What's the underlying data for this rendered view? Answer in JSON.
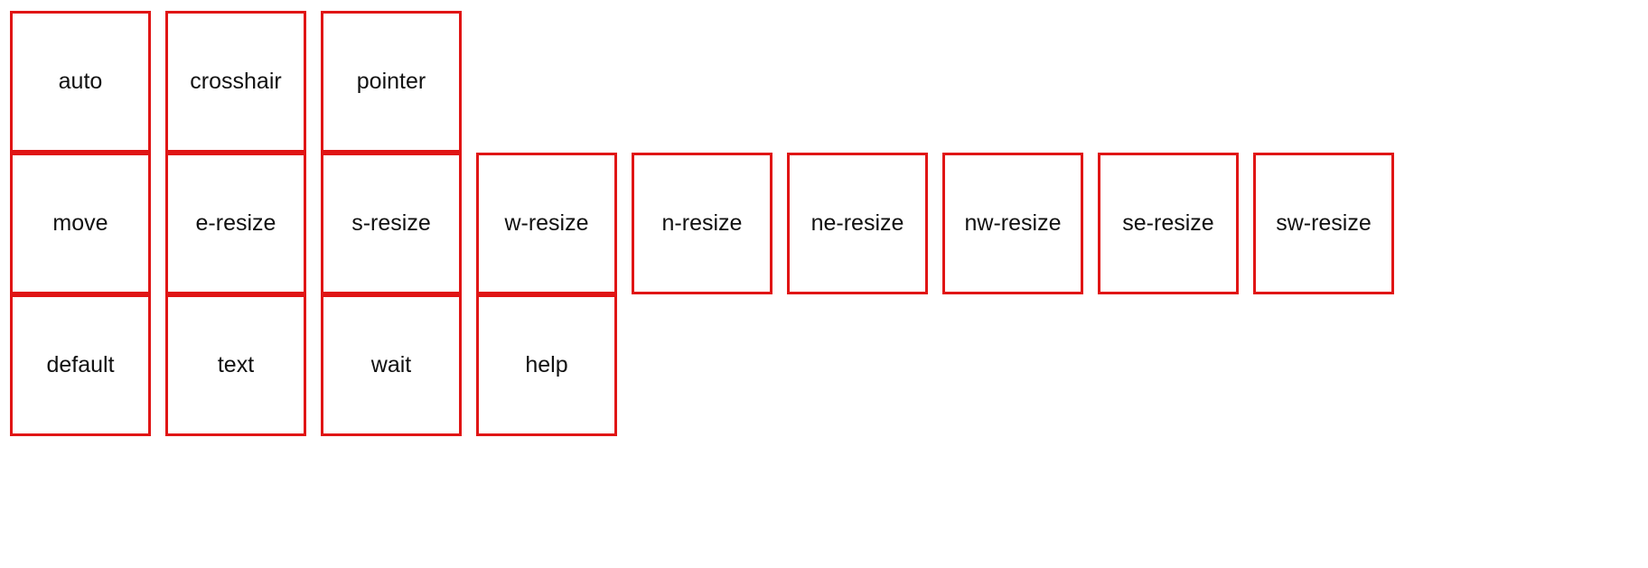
{
  "border_color": "#e01515",
  "rows": [
    {
      "cells": [
        {
          "label": "auto"
        },
        {
          "label": "crosshair"
        },
        {
          "label": "pointer"
        }
      ]
    },
    {
      "cells": [
        {
          "label": "move"
        },
        {
          "label": "e-resize"
        },
        {
          "label": "s-resize"
        },
        {
          "label": "w-resize"
        },
        {
          "label": "n-resize"
        },
        {
          "label": "ne-resize"
        },
        {
          "label": "nw-resize"
        },
        {
          "label": "se-resize"
        },
        {
          "label": "sw-resize"
        }
      ]
    },
    {
      "cells": [
        {
          "label": "default"
        },
        {
          "label": "text"
        },
        {
          "label": "wait"
        },
        {
          "label": "help"
        }
      ]
    }
  ]
}
